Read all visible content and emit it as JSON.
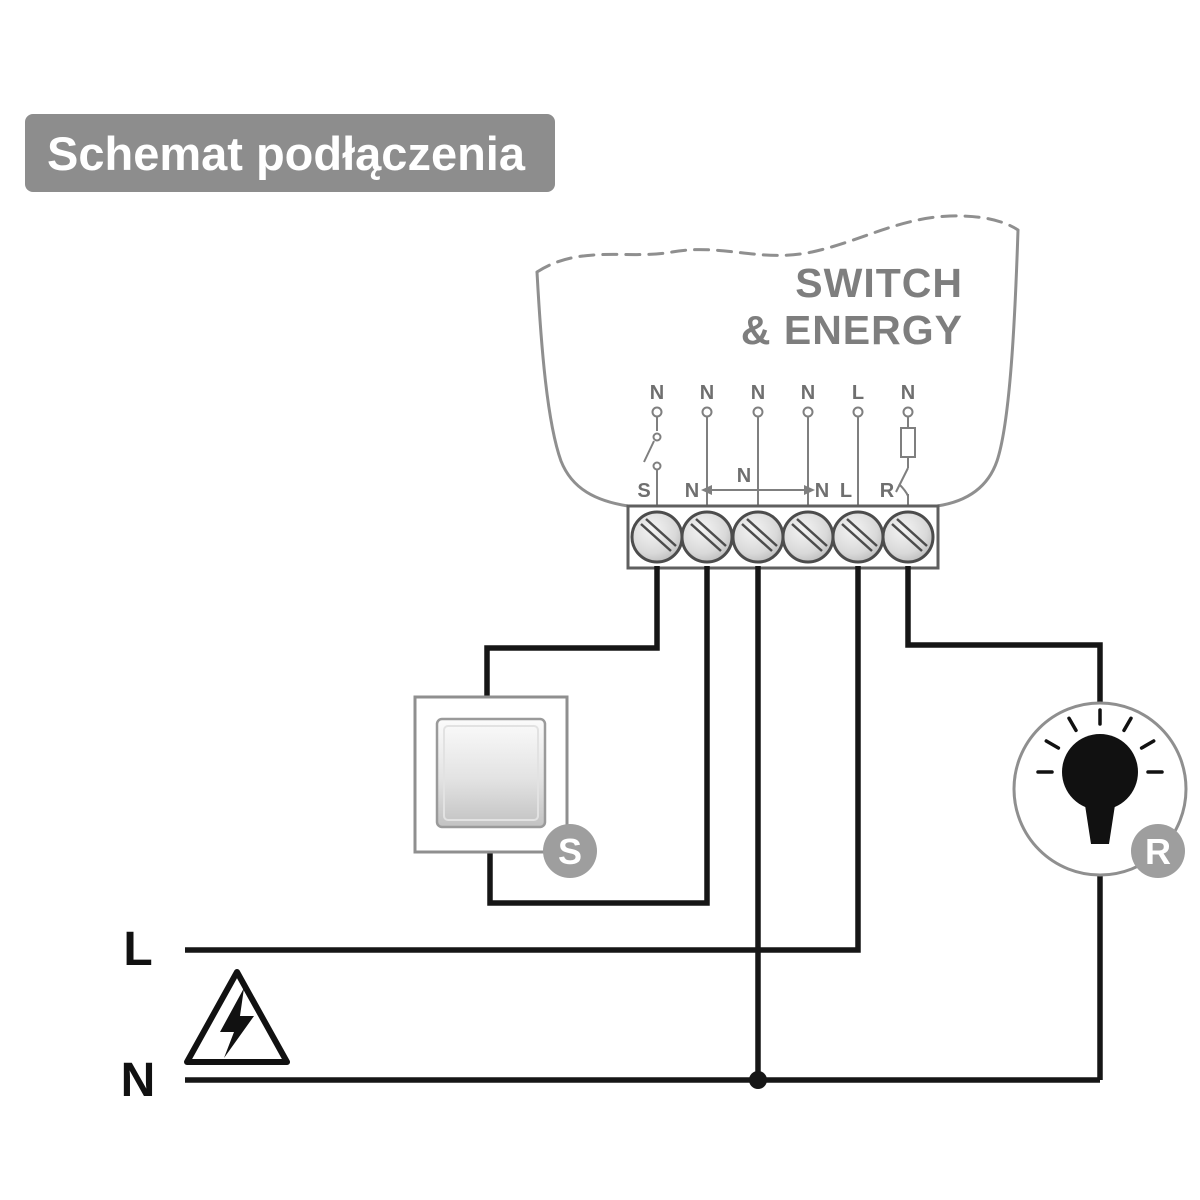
{
  "title": "Schemat podłączenia",
  "device": {
    "name_line1": "SWITCH",
    "name_line2": "& ENERGY"
  },
  "schematic": {
    "top_labels": [
      "N",
      "N",
      "N",
      "N",
      "L",
      "N"
    ],
    "bottom_labels": [
      "S",
      "N",
      "N",
      "N",
      "L",
      "R"
    ]
  },
  "wall_switch": {
    "badge": "S"
  },
  "light": {
    "badge": "R"
  },
  "mains": {
    "live": "L",
    "neutral": "N"
  },
  "colors": {
    "title_bg": "#8d8d8d",
    "badge": "#9e9e9e",
    "outline_gray": "#8f8f8f",
    "wire_black": "#161616",
    "device_text": "#7e7e7e"
  }
}
